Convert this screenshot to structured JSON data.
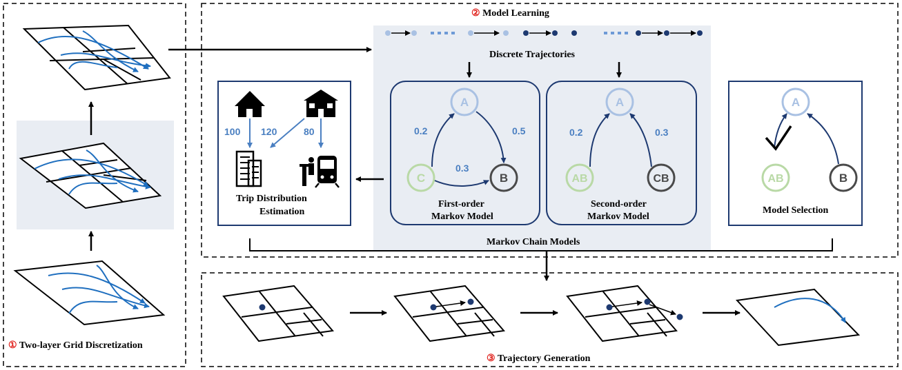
{
  "sections": {
    "grid": {
      "marker": "①",
      "title": "Two-layer Grid Discretization"
    },
    "learning": {
      "marker": "②",
      "title": "Model Learning"
    },
    "generation": {
      "marker": "③",
      "title": "Trajectory Generation"
    }
  },
  "labels": {
    "discrete_trajectories": "Discrete Trajectories",
    "markov_chain_models": "Markov Chain Models",
    "trip_distribution_line1": "Trip Distribution",
    "trip_distribution_line2": "Estimation",
    "first_order_line1": "First-order",
    "first_order_line2": "Markov Model",
    "second_order_line1": "Second-order",
    "second_order_line2": "Markov Model",
    "model_selection": "Model Selection"
  },
  "first_order": {
    "nodes": [
      "A",
      "B",
      "C"
    ],
    "p_CA": "0.2",
    "p_AB": "0.5",
    "p_CB": "0.3"
  },
  "second_order": {
    "nodes": [
      "A",
      "AB",
      "CB"
    ],
    "p_ABA": "0.2",
    "p_CBA": "0.3"
  },
  "selection": {
    "nodes": [
      "A",
      "AB",
      "B"
    ]
  },
  "trip": {
    "v1": "100",
    "v2": "120",
    "v3": "80"
  },
  "icons": [
    "house-icon",
    "building-house-icon",
    "office-building-icon",
    "train-station-icon",
    "checkmark-icon"
  ],
  "colors": {
    "blue": "#1f6fbf",
    "light_blue": "#a9c1e3",
    "dark_navy": "#1d3970",
    "panel": "#e9edf3",
    "red": "#e0201b",
    "green": "#b9d9a6",
    "gray": "#4a4a4a"
  }
}
